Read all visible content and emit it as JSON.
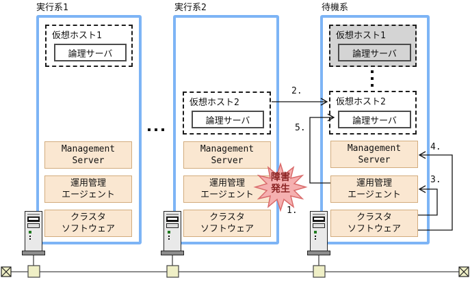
{
  "colors": {
    "frame": "#7db4f5",
    "box_fill": "#fae7d1",
    "box_border": "#d2ab7c",
    "gray_fill": "#d4d4d4",
    "burst_fill": "#f5b0b0",
    "burst_stroke": "#d96a6a",
    "burst_text": "#8b2424",
    "node_fill": "#efefc6",
    "line": "#111111"
  },
  "systems": [
    {
      "title": "実行系1",
      "virtual_hosts": [
        {
          "label": "仮想ホスト1",
          "server": "論理サーバ"
        }
      ],
      "components": {
        "mgmt": "Management\nServer",
        "agent": "運用管理\nエージェント",
        "cluster": "クラスタ\nソフトウェア"
      }
    },
    {
      "title": "実行系2",
      "virtual_hosts": [
        {
          "label": "仮想ホスト2",
          "server": "論理サーバ"
        }
      ],
      "components": {
        "mgmt": "Management\nServer",
        "agent": "運用管理\nエージェント",
        "cluster": "クラスタ\nソフトウェア"
      }
    },
    {
      "title": "待機系",
      "virtual_hosts": [
        {
          "label": "仮想ホスト1",
          "server": "論理サーバ"
        },
        {
          "label": "仮想ホスト2",
          "server": "論理サーバ"
        }
      ],
      "components": {
        "mgmt": "Management\nServer",
        "agent": "運用管理\nエージェント",
        "cluster": "クラスタ\nソフトウェア"
      }
    }
  ],
  "steps": {
    "step1": "1.",
    "step2": "2.",
    "step3": "3.",
    "step4": "4.",
    "step5": "5."
  },
  "failure_burst": {
    "text": "障害\n発生"
  },
  "icons": {
    "failure_burst": "starburst-12-point",
    "ellipsis_horizontal": "three-dots-horizontal",
    "ellipsis_vertical": "three-dots-vertical",
    "server_tower": "server-tower",
    "network_node": "small-square",
    "network_terminator": "crossed-square"
  }
}
